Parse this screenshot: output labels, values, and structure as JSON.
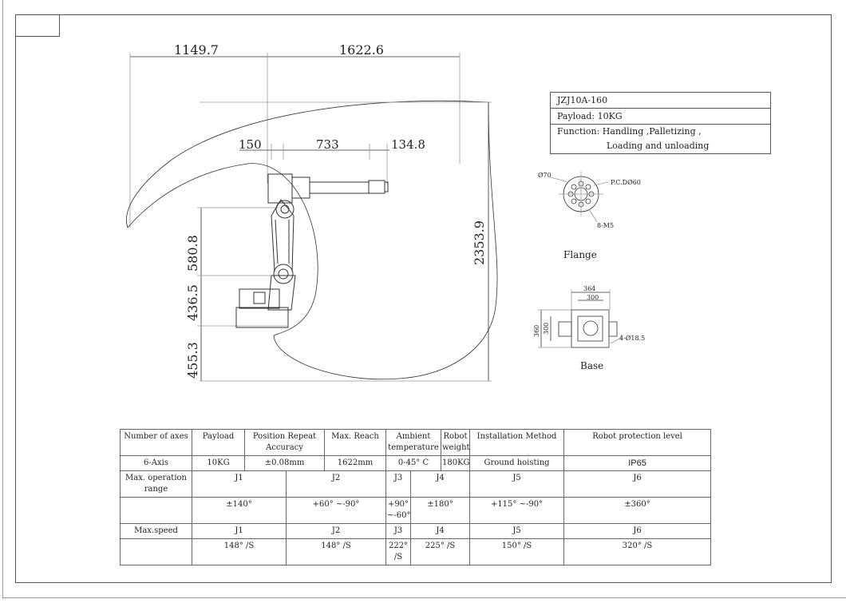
{
  "dimensions": {
    "top_left": "1149.7",
    "top_right": "1622.6",
    "arm_offset": "150",
    "arm_length": "733",
    "wrist_length": "134.8",
    "height_total": "2353.9",
    "upper_arm": "580.8",
    "shoulder_height": "436.5",
    "lower_reach": "455.3"
  },
  "info": {
    "model": "JZJ10A-160",
    "payload": "Payload: 10KG",
    "function_line1": "Function: Handling ,Palletizing ,",
    "function_line2": "Loading and unloading"
  },
  "flange": {
    "label": "Flange",
    "dia": "Ø70",
    "pcd": "P.C.DØ60",
    "screws": "8-M5"
  },
  "base": {
    "label": "Base",
    "width_outer": "364",
    "width_inner": "300",
    "height_outer": "360",
    "height_inner": "300",
    "hole": "4-Ø18.5"
  },
  "table": {
    "headers": [
      "Number of axes",
      "Payload",
      "Position Repeat Accuracy",
      "Max. Reach",
      "Ambient temperature",
      "Robot weight",
      "Installation Method",
      "Robot protection level"
    ],
    "values": [
      "6-Axis",
      "10KG",
      "±0.08mm",
      "1622mm",
      "0-45° C",
      "180KG",
      "Ground hoisting",
      "IP65"
    ],
    "range_label": "Max. operation range",
    "joints": [
      "J1",
      "J2",
      "J3",
      "J4",
      "J5",
      "J6"
    ],
    "ranges": [
      "±140°",
      "+60° ~-90°",
      "+90° ~-60°",
      "±180°",
      "+115° ~-90°",
      "±360°"
    ],
    "speed_label": "Max.speed",
    "speeds": [
      "148° /S",
      "148° /S",
      "222° /S",
      "225° /S",
      "150° /S",
      "320° /S"
    ]
  }
}
